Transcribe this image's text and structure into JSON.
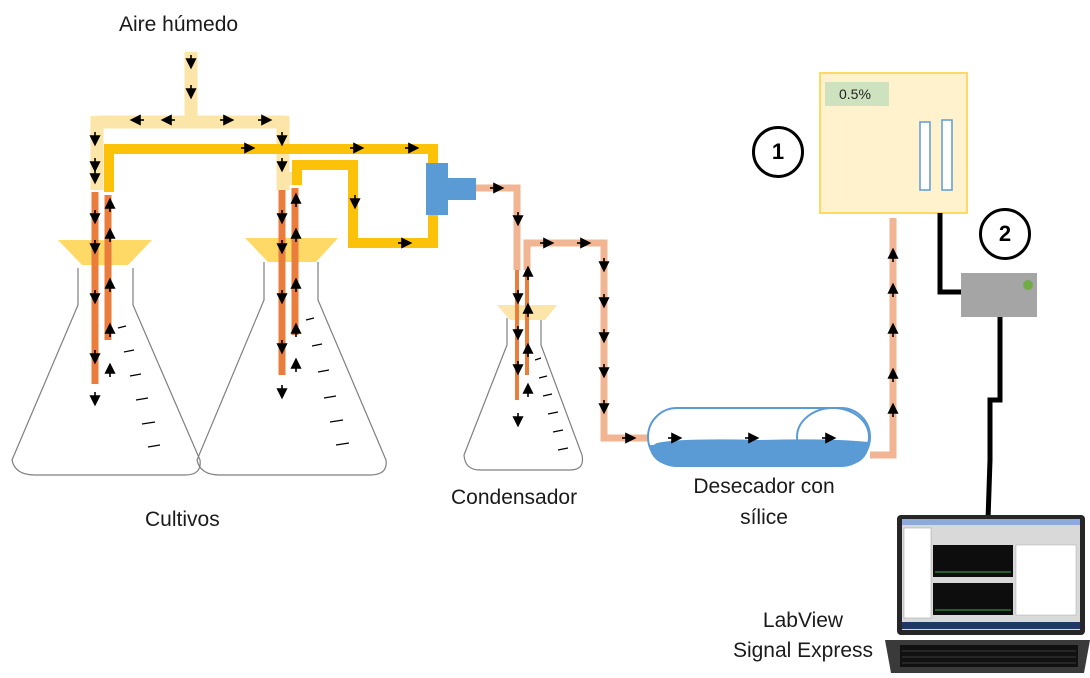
{
  "labels": {
    "inlet": "Aire húmedo",
    "cultures": "Cultivos",
    "condenser": "Condensador",
    "desiccator_line1": "Desecador con",
    "desiccator_line2": "sílice",
    "software_line1": "LabView",
    "software_line2": "Signal Express"
  },
  "sensor": {
    "marker": "1",
    "display": "0.5%"
  },
  "logger": {
    "marker": "2"
  },
  "colors": {
    "humid_air_tube": "#fce5a8",
    "gas_tube": "#fcc20a",
    "culture_tube": "#ea7c3c",
    "condenser_tube": "#f2b593",
    "valve": "#5b9bd5",
    "silica": "#5b9bd5",
    "sensor_body": "#fff2cc",
    "sensor_border": "#ffd966",
    "logger_body": "#a5a5a5",
    "led": "#70ad47",
    "funnel": "#ffd966"
  }
}
